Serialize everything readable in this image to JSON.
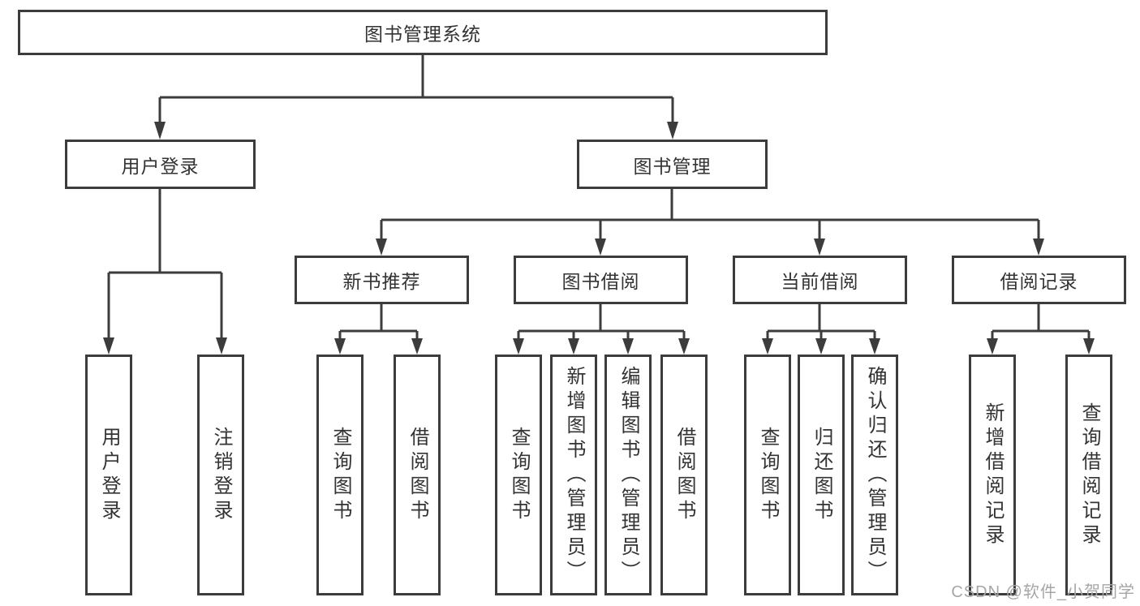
{
  "diagram": {
    "root": {
      "label": "图书管理系统"
    },
    "branches": [
      {
        "label": "用户登录",
        "children": [
          {
            "label": "用户登录"
          },
          {
            "label": "注销登录"
          }
        ]
      },
      {
        "label": "图书管理",
        "sections": [
          {
            "label": "新书推荐",
            "children": [
              {
                "label": "查询图书"
              },
              {
                "label": "借阅图书"
              }
            ]
          },
          {
            "label": "图书借阅",
            "children": [
              {
                "label": "查询图书"
              },
              {
                "label": "新增图书（管理员）"
              },
              {
                "label": "编辑图书（管理员）"
              },
              {
                "label": "借阅图书"
              }
            ]
          },
          {
            "label": "当前借阅",
            "children": [
              {
                "label": "查询图书"
              },
              {
                "label": "归还图书"
              },
              {
                "label": "确认归还（管理员）"
              }
            ]
          },
          {
            "label": "借阅记录",
            "children": [
              {
                "label": "新增借阅记录"
              },
              {
                "label": "查询借阅记录"
              }
            ]
          }
        ]
      }
    ]
  },
  "colors": {
    "line": "#3c3c3c",
    "box_background": "#ffffff",
    "text": "#333333",
    "watermark": "#a6a6a6"
  },
  "watermark": {
    "text": "CSDN @软件_小贺同学"
  }
}
